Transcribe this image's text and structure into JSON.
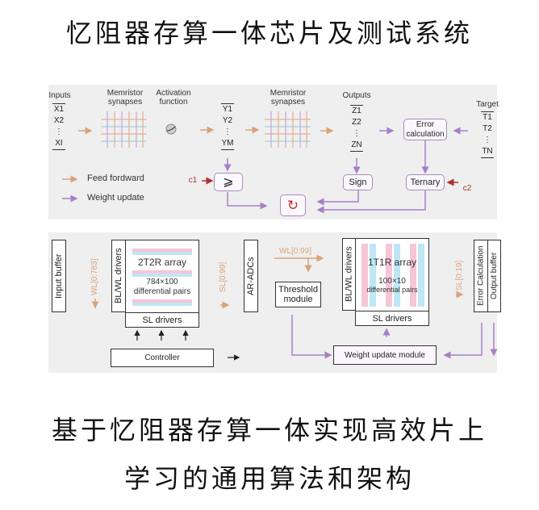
{
  "title": "忆阻器存算一体芯片及测试系统",
  "subtitle_lines": [
    "基于忆阻器存算一体实现高效片上",
    "学习的通用算法和架构"
  ],
  "colors": {
    "feed_forward": "#d9a47c",
    "weight_update": "#a580c8",
    "constant": "#b03030",
    "stripe_pink": "#f6c6d8",
    "stripe_blue": "#bfe6f4",
    "panel_bg": "#efefef"
  },
  "top": {
    "inputs": {
      "label": "Inputs",
      "items": [
        "X1",
        "X2",
        "⋮",
        "XI"
      ]
    },
    "synapses1": "Memristor synapses",
    "activation": "Activation function",
    "hidden": {
      "items": [
        "Y1",
        "Y2",
        "⋮",
        "YM"
      ]
    },
    "synapses2": "Memristor synapses",
    "outputs": {
      "label": "Outputs",
      "items": [
        "Z1",
        "Z2",
        "⋮",
        "ZN"
      ]
    },
    "target": {
      "label": "Target",
      "items": [
        "T1",
        "T2",
        "⋮",
        "TN"
      ]
    },
    "error_calc": "Error calculation",
    "compare": "⩾",
    "sign": "Sign",
    "ternary": "Ternary",
    "c1": "c1",
    "c2": "c2",
    "update_icon": "refresh-icon",
    "legend": {
      "feed": "Feed fordward",
      "weight": "Weight update"
    }
  },
  "bottom": {
    "input_buffer": "Input buffer",
    "wl1": "WL[0:783]",
    "drivers1": "BL/WL drivers",
    "array1": {
      "name": "2T2R array",
      "size": "784×100",
      "desc": "differential pairs"
    },
    "sl_drivers1": "SL drivers",
    "sl1": "SL[0:99]",
    "adc": "AR-ADCs",
    "controller": "Controller",
    "wl2": "WL[0:99]",
    "threshold": "Threshold module",
    "drivers2": "BL/WL drivers",
    "array2": {
      "name": "1T1R array",
      "size": "100×10",
      "desc": "differential pairs"
    },
    "sl_drivers2": "SL drivers",
    "sl2": "SL[0:19]",
    "error_calc": "Error Calculation",
    "output_buffer": "Output buffer",
    "weight_update": "Weight update module"
  }
}
